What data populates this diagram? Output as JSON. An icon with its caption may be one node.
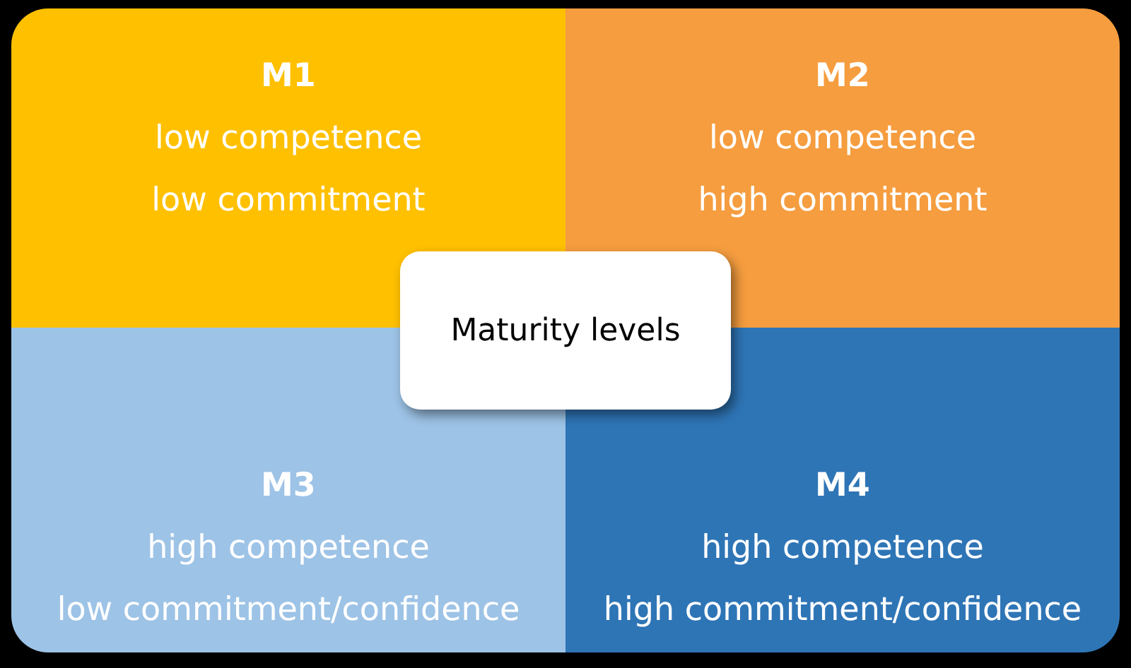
{
  "diagram": {
    "nodes": [
      {
        "text": [
          "M1",
          "low competence",
          "low commitment"
        ]
      },
      {
        "text": [
          "M2",
          "low competence",
          "high commitment"
        ]
      },
      {
        "text": [
          "M3",
          "high competence",
          "low commitment/confidence"
        ]
      },
      {
        "text": [
          "M4",
          "high competence",
          "high commitment/confidence"
        ]
      },
      {
        "text": [
          "Maturity levels"
        ]
      }
    ],
    "edges": []
  }
}
